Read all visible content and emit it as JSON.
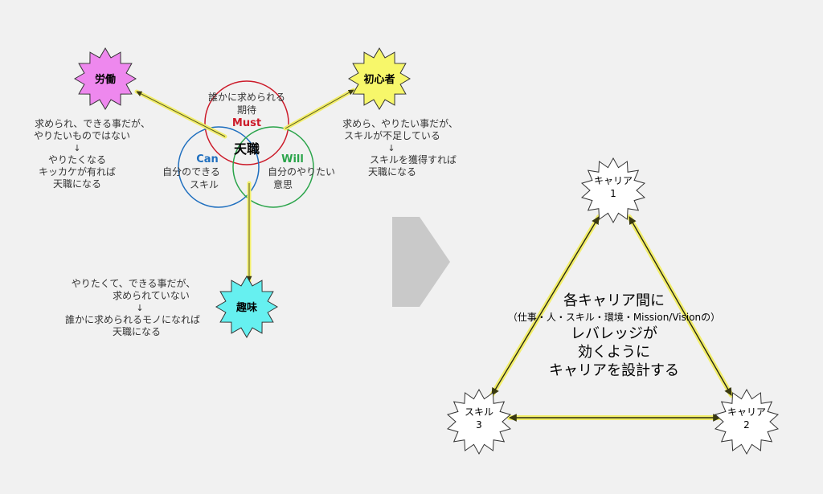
{
  "venn": {
    "center": "天職",
    "must": {
      "title": "Must",
      "line1": "誰かに求められる",
      "line2": "期待",
      "color": "#cc1b2a"
    },
    "can": {
      "title": "Can",
      "line1": "自分のできる",
      "line2": "スキル",
      "color": "#1f6fbf"
    },
    "will": {
      "title": "Will",
      "line1": "自分のやりたい",
      "line2": "意思",
      "color": "#2aa44a"
    }
  },
  "stars": {
    "labor": {
      "label": "労働",
      "color": "#ee88ee"
    },
    "beginner": {
      "label": "初心者",
      "color": "#f7f76a"
    },
    "hobby": {
      "label": "趣味",
      "color": "#66f0f0"
    }
  },
  "notes": {
    "labor": [
      "求められ、できる事だが、",
      "やりたいものではない",
      "↓",
      "やりたくなる",
      "キッカケが有れば",
      "天職になる"
    ],
    "beginner": [
      "求めら、やりたい事だが、",
      "スキルが不足している",
      "↓",
      "スキルを獲得すれば",
      "天職になる"
    ],
    "hobby": [
      "やりたくて、できる事だが、",
      "求められていない",
      "↓",
      "誰かに求められるモノになれば",
      "天職になる"
    ]
  },
  "careers": {
    "c1": {
      "line1": "キャリア",
      "line2": "1"
    },
    "c2": {
      "line1": "キャリア",
      "line2": "2"
    },
    "c3": {
      "line1": "スキル",
      "line2": "3"
    }
  },
  "center": {
    "line1": "各キャリア間に",
    "line2": "（仕事・人・スキル・環境・Mission/Visionの）",
    "line3": "レバレッジが",
    "line4": "効くように",
    "line5": "キャリアを設計する"
  },
  "colors": {
    "arrow_glow": "#f2ee6a",
    "arrow_line": "#5a5a20",
    "big_arrow": "#c9c9c9"
  }
}
